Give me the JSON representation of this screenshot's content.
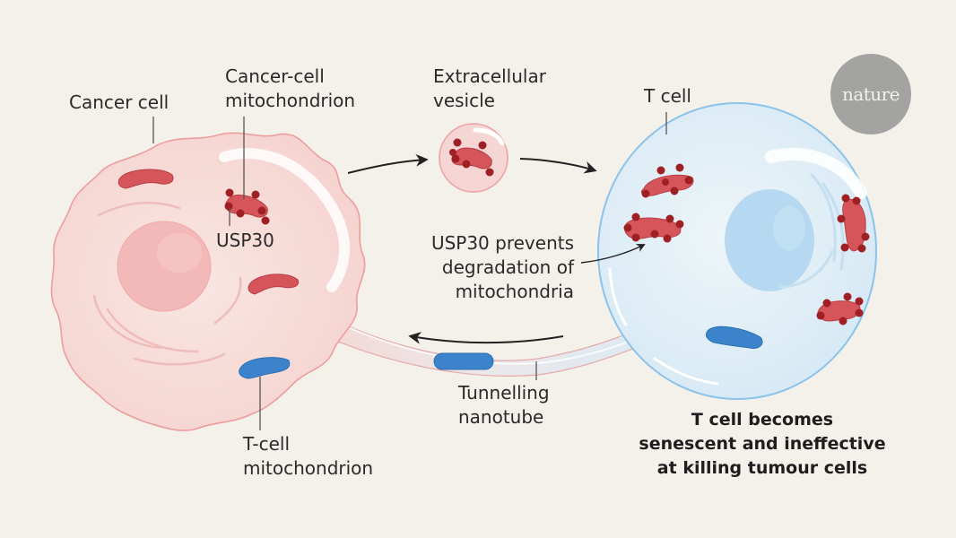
{
  "figure": {
    "source_logo": "nature",
    "colors": {
      "background": "#f4f1eb",
      "cancer_cell": "#f7dcd8",
      "cancer_cell_outline": "#eea3a3",
      "cancer_nucleus": "#f3b9b9",
      "t_cell": "#dcecf5",
      "t_cell_outline": "#8cc3ea",
      "t_nucleus": "#b6d9f1",
      "cancer_mitochondrion": "#d5555a",
      "usp30_dot": "#9e1f24",
      "t_mitochondrion": "#3b84cc",
      "arrow": "#222222",
      "logo": "#a3a3a2"
    }
  },
  "labels": {
    "cancer_cell": "Cancer cell",
    "cancer_mito_line1": "Cancer-cell",
    "cancer_mito_line2": "mitochondrion",
    "usp30": "USP30",
    "vesicle_line1": "Extracellular",
    "vesicle_line2": "vesicle",
    "t_cell": "T cell",
    "usp30_effect_line1": "USP30 prevents",
    "usp30_effect_line2": "degradation of",
    "usp30_effect_line3": "mitochondria",
    "nanotube_line1": "Tunnelling",
    "nanotube_line2": "nanotube",
    "t_mito_line1": "T-cell",
    "t_mito_line2": "mitochondrion",
    "outcome_line1": "T cell becomes",
    "outcome_line2": "senescent and ineffective",
    "outcome_line3": "at killing tumour cells"
  }
}
